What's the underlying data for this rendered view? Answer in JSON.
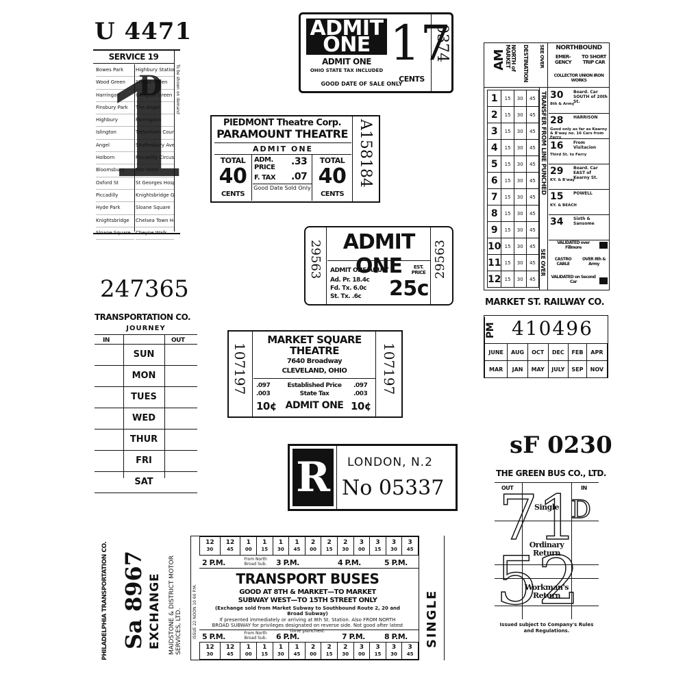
{
  "service_ticket": {
    "serial": "U 4471",
    "service": "SERVICE 19",
    "denomination": "1D",
    "stops_left": [
      "Bowes Park",
      "Wood Green",
      "Harringay",
      "Finsbury Park",
      "Highbury",
      "Islington",
      "Angel",
      "Holborn",
      "Bloomsbury",
      "Oxford St",
      "Piccadilly",
      "Hyde Park",
      "Knightsbridge",
      "Sloane Square"
    ],
    "stops_right": [
      "Highbury Station",
      "Stroud Green",
      "Islington Green",
      "The Angel",
      "Farringdon",
      "Tottenham Court Road",
      "Shaftesbury Ave",
      "Piccadilly Circus",
      "Ritz Hotel",
      "St Georges Hospital",
      "Knightsbridge Green",
      "Sloane Square",
      "Chelsea Town Hall",
      "Cheyne Walk"
    ],
    "side_note": "To be shown on demand"
  },
  "admit_one_17": {
    "headline": "ADMIT ONE",
    "line1": "ADMIT ONE",
    "line2": "OHIO STATE TAX INCLUDED",
    "footer": "GOOD DATE OF SALE ONLY",
    "price": "17",
    "cents": "CENTS",
    "serial": "0374"
  },
  "paramount": {
    "company": "PIEDMONT Theatre Corp.",
    "theatre": "PARAMOUNT THEATRE",
    "admit": "ADMIT ONE",
    "total_label": "TOTAL",
    "total": "40",
    "cents": "CENTS",
    "adm_price_label": "ADM. PRICE",
    "adm_price": ".33",
    "tax_label": "F. TAX",
    "tax": ".07",
    "good_date": "Good Date Sold Only",
    "serial": "A158184"
  },
  "admit_one_25": {
    "headline": "ADMIT ONE",
    "serial": "29563",
    "admit_adult": "ADMIT ONE ADULT",
    "est_price": "EST. PRICE",
    "ad_pr": "Ad. Pr. 18.4c",
    "fd_tx": "Fd. Tx. 6.0c",
    "st_tx": "St. Tx.   .6c",
    "price": "25c"
  },
  "railway": {
    "am": "AM",
    "headers": [
      "NORTH of MARKET",
      "DESTINATION",
      "SEE OVER"
    ],
    "northbound": "NORTHBOUND",
    "emergency": "EMER-GENCY",
    "short_trip": "TO SHORT TRIP CAR",
    "collector": "COLLECTOR UNION IRON WORKS",
    "rows": [
      "1",
      "2",
      "3",
      "4",
      "5",
      "6",
      "7",
      "8",
      "9",
      "10",
      "11",
      "12"
    ],
    "minutes": [
      "15",
      "30",
      "45"
    ],
    "transfer_text": "TRANSFER FROM LINE PUNCHED",
    "see_over": "SEE OVER",
    "stops": [
      {
        "num": "30",
        "text": "Board. Car SOUTH of 20th St.",
        "sub": "8th & Army"
      },
      {
        "num": "28",
        "text": "HARRISON",
        "sub": "Good only as far as Kearny & B'way no. 16 Cars from Ferry"
      },
      {
        "num": "16",
        "text": "From Visitacion",
        "sub": "Third St. to Ferry"
      },
      {
        "num": "29",
        "text": "Board. Car EAST of Kearny St.",
        "sub": "KY. & B'way"
      },
      {
        "num": "15",
        "text": "POWELL",
        "sub": "KY. & BEACH"
      },
      {
        "num": "34",
        "text": "Sixth & Sansome",
        "sub": ""
      }
    ],
    "validated1": "VALIDATED over Fillmore",
    "castro": "CASTRO CABLE",
    "over": "OVER 8th & Army",
    "validated2": "VALIDATED on Second Car",
    "name": "MARKET ST. RAILWAY CO."
  },
  "month_ticket": {
    "pm": "PM",
    "serial": "410496",
    "months_row1": [
      "JUNE",
      "AUG",
      "OCT",
      "DEC",
      "FEB",
      "APR"
    ],
    "months_row2": [
      "MAR",
      "JAN",
      "MAY",
      "JULY",
      "SEP",
      "NOV"
    ]
  },
  "transportation": {
    "serial": "247365",
    "company": "TRANSPORTATION CO.",
    "journey": "JOURNEY",
    "in": "IN",
    "out": "OUT",
    "days": [
      "SUN",
      "MON",
      "TUES",
      "WED",
      "THUR",
      "FRI",
      "SAT"
    ]
  },
  "market_square": {
    "name": "MARKET SQUARE THEATRE",
    "address1": "7640 Broadway",
    "address2": "CLEVELAND, OHIO",
    "price1": ".097",
    "price2": ".003",
    "established": "Established Price",
    "state_tax": "State Tax",
    "price": "10¢",
    "admit": "ADMIT ONE",
    "serial": "107197"
  },
  "london": {
    "letter": "R",
    "city": "LONDON, N.2",
    "no": "No 05337"
  },
  "green_bus": {
    "serial": "sF 0230",
    "company": "THE GREEN BUS CO., LTD.",
    "out": "OUT",
    "in": "IN",
    "single": "Single",
    "ordinary": "Ordinary Return",
    "workmans": "Workman's Return",
    "issued": "Issued subject to Company's Rules and Regulations.",
    "big1": "71",
    "d1": "D",
    "big2": "52"
  },
  "transport_buses": {
    "phila": "PHILADELPHIA TRANSPORTATION CO.",
    "serial": "Sa 8967",
    "exchange": "EXCHANGE",
    "maidstone": "MAIDSTONE & DISTRICT MOTOR SERVICES, LTD.",
    "side_issue": "ISSUE 22 NOON 10 60 P.M.",
    "top_times": [
      "12",
      "12",
      "1",
      "1",
      "1",
      "1",
      "2",
      "2",
      "2",
      "3",
      "3",
      "3",
      "3"
    ],
    "top_mins": [
      "30",
      "45",
      "00",
      "15",
      "30",
      "45",
      "00",
      "15",
      "30",
      "00",
      "15",
      "30",
      "45"
    ],
    "pm2": "2 P.M.",
    "from_north": "From North Broad Sub.",
    "pm3": "3 P.M.",
    "pm4": "4 P.M.",
    "pm5": "5 P.M.",
    "title": "TRANSPORT BUSES",
    "line1": "GOOD AT 8TH & MARKET—TO MARKET",
    "line2": "SUBWAY WEST—TO 15TH STREET ONLY",
    "line3": "(Exchange sold from Market Subway to Southbound Route 2, 20 and Broad Subway)",
    "line4": "If presented immediately or arriving at 8th St. Station. Also FROM NORTH BROAD SUBWAY for privileges designated on reverse side. Not good after latest time punched.",
    "pm5b": "5 P.M.",
    "from_north2": "From North Broad Sub.",
    "pm6": "6 P.M.",
    "pm7": "7 P.M.",
    "pm8": "8 P.M.",
    "single": "SINGLE"
  }
}
